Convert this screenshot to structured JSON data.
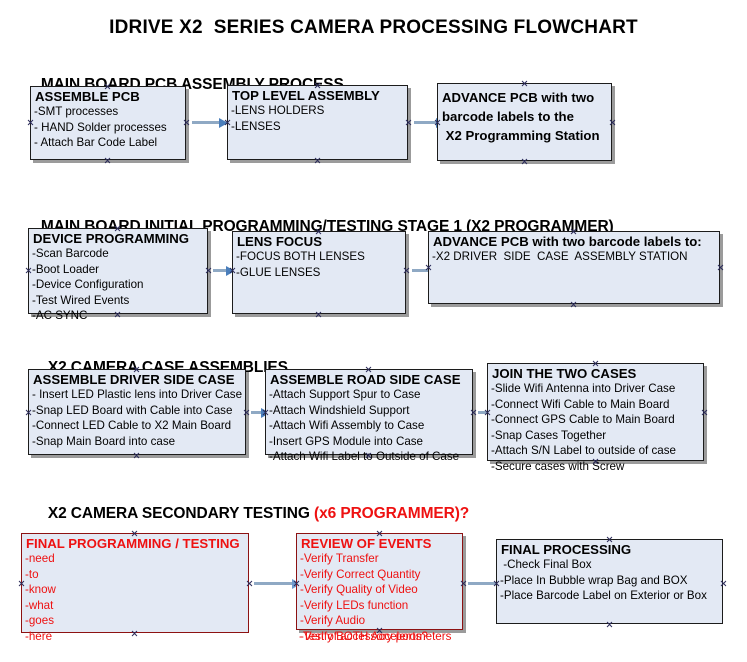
{
  "document": {
    "title": "IDRIVE X2  SERIES CAMERA PROCESSING FLOWCHART"
  },
  "colors": {
    "box_fill": "#e3e9f4",
    "box_border": "#1c1c1c",
    "box_border_red": "#8d1212",
    "accent_red": "#ee1111",
    "arrow_line": "#8fa9c4",
    "arrow_head": "#4a7ebb",
    "text": "#000000"
  },
  "sections": [
    {
      "id": "section-1",
      "heading": "MAIN BOARD PCB ASSEMBLY PROCESS",
      "heading_accent": "",
      "nodes": [
        {
          "id": "assemble-pcb",
          "title": "ASSEMBLE PCB",
          "lines": [
            "-SMT processes",
            "- HAND Solder processes",
            "- Attach Bar Code Label"
          ]
        },
        {
          "id": "top-level-assembly",
          "title": "TOP LEVEL ASSEMBLY",
          "lines": [
            "-LENS HOLDERS",
            "-LENSES"
          ]
        },
        {
          "id": "advance-pcb-programming-station",
          "title": "ADVANCE PCB with two\nbarcode labels to the\n X2 Programming Station",
          "lines": []
        }
      ]
    },
    {
      "id": "section-2",
      "heading": "MAIN BOARD INITIAL PROGRAMMING/TESTING STAGE 1 (X2 PROGRAMMER)",
      "heading_accent": "",
      "nodes": [
        {
          "id": "device-programming",
          "title": "DEVICE PROGRAMMING",
          "lines": [
            "-Scan Barcode",
            "-Boot Loader",
            "-Device Configuration",
            "-Test Wired Events",
            "-AC SYNC"
          ]
        },
        {
          "id": "lens-focus",
          "title": "LENS FOCUS",
          "lines": [
            "-FOCUS BOTH LENSES",
            "-GLUE LENSES"
          ]
        },
        {
          "id": "advance-pcb-driver-side-station",
          "title": "ADVANCE PCB with two barcode labels to:",
          "lines": [
            "-X2 DRIVER  SIDE  CASE  ASSEMBLY STATION"
          ]
        }
      ]
    },
    {
      "id": "section-3",
      "heading": "X2 CAMERA CASE ASSEMBLIES",
      "heading_accent": "",
      "nodes": [
        {
          "id": "assemble-driver-side-case",
          "title": "ASSEMBLE DRIVER SIDE CASE",
          "lines": [
            "- Insert LED Plastic lens into Driver Case",
            "-Snap LED Board with Cable into Case",
            "-Connect LED Cable to X2 Main Board",
            "-Snap Main Board into case"
          ]
        },
        {
          "id": "assemble-road-side-case",
          "title": "ASSEMBLE ROAD SIDE CASE",
          "lines": [
            "-Attach Support Spur to Case",
            "-Attach Windshield Support",
            "-Attach Wifi Assembly to Case",
            "-Insert GPS Module into Case",
            "-Attach Wifi Label to Outside of Case"
          ]
        },
        {
          "id": "join-the-two-cases",
          "title": "JOIN THE TWO CASES",
          "lines": [
            "-Slide Wifi Antenna into Driver Case",
            "-Connect Wifi Cable to Main Board",
            "-Connect GPS Cable to Main Board",
            "-Snap Cases Together",
            "-Attach S/N Label to outside of case",
            "-Secure cases with Screw"
          ]
        }
      ]
    },
    {
      "id": "section-4",
      "heading": "X2 CAMERA SECONDARY TESTING ",
      "heading_accent": "(x6 PROGRAMMER)?",
      "nodes": [
        {
          "id": "final-programming-testing",
          "title": "FINAL PROGRAMMING / TESTING",
          "lines": [
            "-need",
            "-to",
            "-know",
            "-what",
            "-goes",
            "-here"
          ]
        },
        {
          "id": "review-of-events",
          "title": "REVIEW OF EVENTS",
          "lines": [
            "-Verify Transfer",
            "-Verify Correct Quantity",
            "-Verify Quality of Video",
            "-Verify LEDs function",
            "-Verify Audio",
            "-Verify BOTH Accelerometers"
          ],
          "overflow_line": "-Test of accessory ports?"
        },
        {
          "id": "final-processing",
          "title": "FINAL PROCESSING",
          "lines": [
            " -Check Final Box",
            "-Place In Bubble wrap Bag and BOX",
            "-Place Barcode Label on Exterior or Box"
          ]
        }
      ]
    }
  ]
}
